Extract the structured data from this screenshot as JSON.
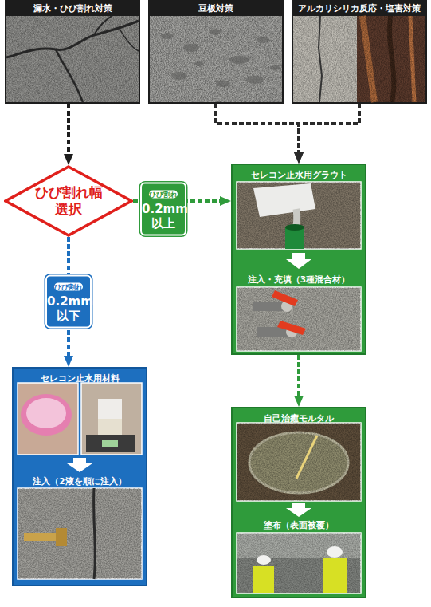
{
  "diagram": {
    "nodes": [
      {
        "text": [
          "漏水・ひび割れ対策"
        ]
      },
      {
        "text": [
          "豆板対策"
        ]
      },
      {
        "text": [
          "アルカリシリカ反応・塩害対策"
        ]
      },
      {
        "text": [
          "ひび割れ幅 選択"
        ]
      },
      {
        "text": [
          "セレコン止水用グラウト",
          "注入・充填（3種混合材）"
        ]
      },
      {
        "text": [
          "セレコン止水用材料",
          "注入（2液を順に注入）"
        ]
      },
      {
        "text": [
          "自己治癒モルタル",
          "塗布（表面被覆）"
        ]
      }
    ],
    "edges": [
      {
        "from": 0,
        "to": 3,
        "arrow": "to"
      },
      {
        "from": 1,
        "to": 4,
        "arrow": "to"
      },
      {
        "from": 2,
        "to": 4,
        "arrow": "to"
      },
      {
        "from": 3,
        "to": 4,
        "label": "ひび割れ 0.2mm 以上",
        "arrow": "to"
      },
      {
        "from": 3,
        "to": 5,
        "label": "ひび割れ 0.2mm 以下",
        "arrow": "to"
      },
      {
        "from": 4,
        "to": 6,
        "arrow": "to"
      }
    ]
  }
}
